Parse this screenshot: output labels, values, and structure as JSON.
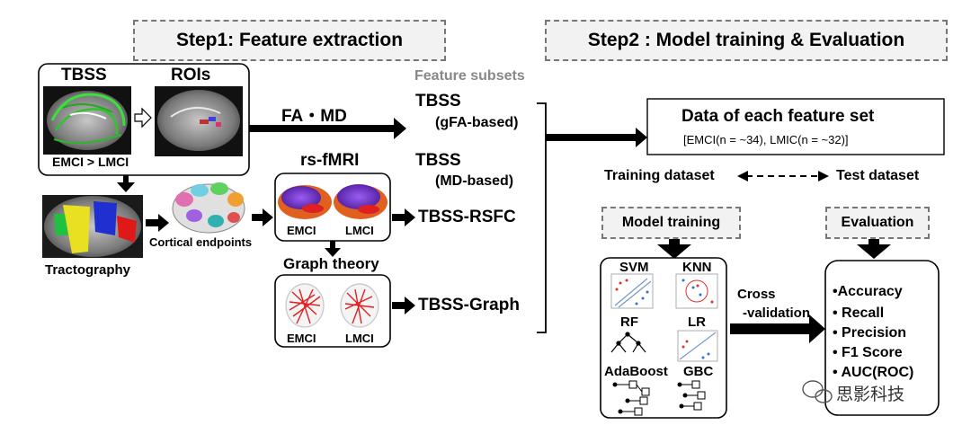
{
  "step1_title": "Step1:  Feature extraction",
  "step2_title": "Step2 : Model training & Evaluation",
  "tbss_panel": {
    "tbss_label": "TBSS",
    "rois_label": "ROIs",
    "contrast": "EMCI > LMCI"
  },
  "tractography_label": "Tractography",
  "cortical_label": "Cortical endpoints",
  "fa_md_label": "FA・MD",
  "rsfmri": {
    "title": "rs-fMRI",
    "left": "EMCI",
    "right": "LMCI"
  },
  "graph": {
    "title": "Graph theory",
    "left": "EMCI",
    "right": "LMCI"
  },
  "feature_subsets_title": "Feature subsets",
  "feature_sets": {
    "gfa_main": "TBSS",
    "gfa_sub": "(gFA-based)",
    "md_main": "TBSS",
    "md_sub": "(MD-based)",
    "rsfc": "TBSS-RSFC",
    "graph": "TBSS-Graph"
  },
  "data_box": {
    "title": "Data of each feature set",
    "subtitle": "[EMCI(n = ~34), LMIC(n = ~32)]"
  },
  "training_dataset": "Training dataset",
  "test_dataset": "Test dataset",
  "model_training": "Model training",
  "evaluation": "Evaluation",
  "models": {
    "svm": "SVM",
    "knn": "KNN",
    "rf": "RF",
    "lr": "LR",
    "adaboost": "AdaBoost",
    "gbc": "GBC"
  },
  "cross_validation": {
    "line1": "Cross",
    "line2": "-validation"
  },
  "metrics": [
    "•Accuracy",
    "• Recall",
    "• Precision",
    "• F1 Score",
    "• AUC(ROC)"
  ],
  "watermark": "思影科技",
  "colors": {
    "dashed_border": "#777777",
    "box_fill": "#f2f2f2",
    "arrow": "#000000",
    "graph_edges": "#e02020"
  }
}
